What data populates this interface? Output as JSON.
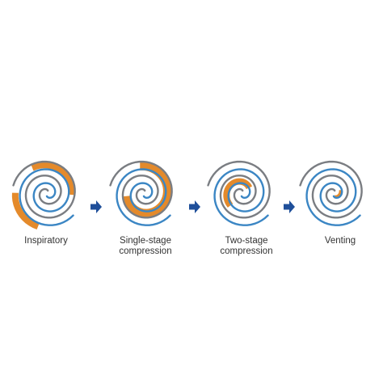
{
  "colors": {
    "fixed_scroll": "#7a7d82",
    "orbiting_scroll": "#3b86c4",
    "gas_pocket": "#e48a2b",
    "arrow": "#1f4f9a"
  },
  "stages": [
    {
      "label": "Inspiratory"
    },
    {
      "label": "Single-stage\ncompression"
    },
    {
      "label": "Two-stage\ncompression"
    },
    {
      "label": "Venting"
    }
  ],
  "arrows": [
    {
      "icon": "right-arrow-icon"
    },
    {
      "icon": "right-arrow-icon"
    },
    {
      "icon": "right-arrow-icon"
    }
  ]
}
